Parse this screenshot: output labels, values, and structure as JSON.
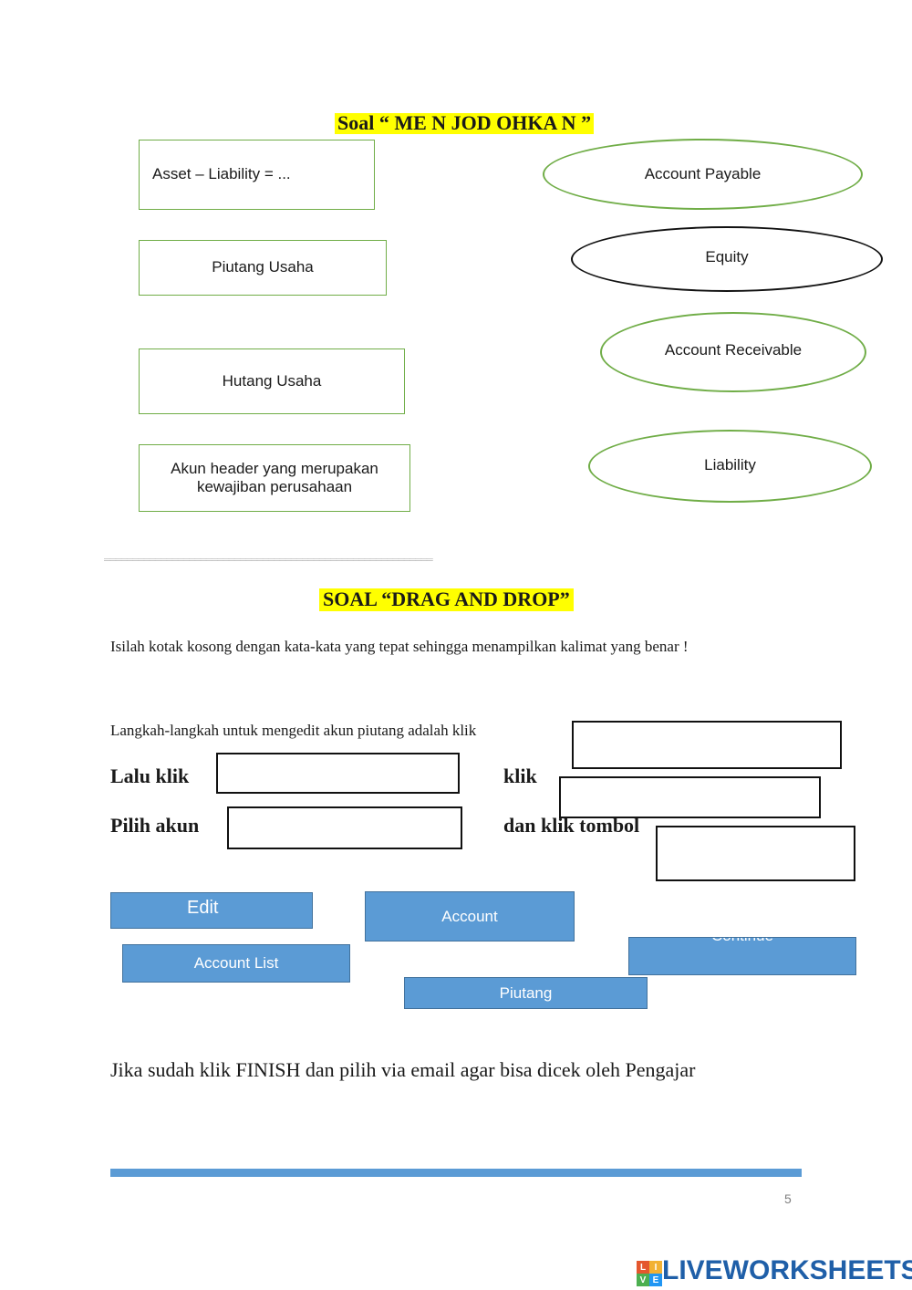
{
  "matching": {
    "title": "Soal  “  ME N JOD OHKA N ”",
    "left_items": [
      "Asset – Liability = ...",
      "Piutang Usaha",
      "Hutang Usaha",
      "Akun header yang merupakan kewajiban perusahaan"
    ],
    "right_items": [
      "Account Payable",
      "Equity",
      "Account Receivable",
      "Liability"
    ]
  },
  "separator": "══════════════════════════════════════════════════════════",
  "dragdrop": {
    "title": "SOAL  “DRAG AND DROP”",
    "instruction": "Isilah  kotak  kosong  dengan  kata-kata  yang  tepat  sehingga  menampilkan  kalimat  yang  benar  !",
    "line1": "Langkah-langkah  untuk  mengedit  akun  piutang   adalah  klik",
    "lalu_klik": "Lalu klik",
    "klik": "klik",
    "pilih_akun": "Pilih akun",
    "dan_klik_tombol": "dan klik tombol",
    "options": [
      "Edit",
      "Account",
      "Account List",
      "Piutang",
      "Continue"
    ]
  },
  "footer_text": "Jika sudah klik FINISH dan pilih  via email agar bisa dicek oleh Pengajar",
  "page_number": "5",
  "brand": {
    "name": "LIVEWORKSHEETS",
    "logo_letters": [
      "L",
      "I",
      "V",
      "E"
    ],
    "logo_colors": [
      "#e4572e",
      "#f2b134",
      "#4caf50",
      "#2196f3"
    ]
  },
  "colors": {
    "accent_bar": "#5b9bd5",
    "highlight": "#ffff00",
    "match_border": "#70ad47",
    "chip": "#5b9bd5"
  }
}
